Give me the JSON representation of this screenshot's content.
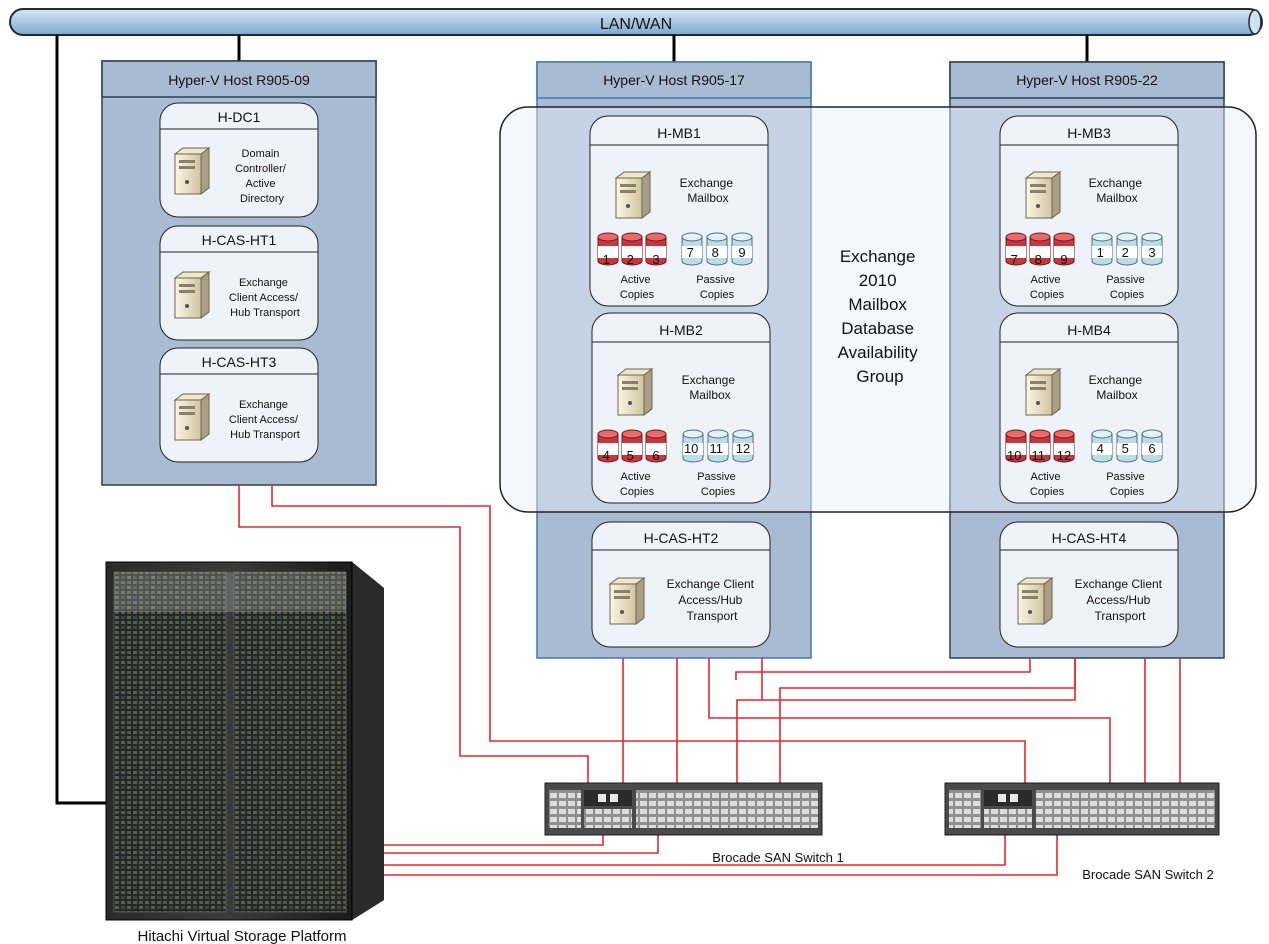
{
  "network": {
    "label": "LAN/WAN"
  },
  "hosts": [
    {
      "id": "r905-09",
      "title": "Hyper-V Host R905-09"
    },
    {
      "id": "r905-17",
      "title": "Hyper-V Host R905-17"
    },
    {
      "id": "r905-22",
      "title": "Hyper-V Host R905-22"
    }
  ],
  "dag": {
    "lines": [
      "Exchange",
      "2010",
      "Mailbox",
      "Database",
      "Availability",
      "Group"
    ]
  },
  "vms": {
    "h_dc1": {
      "title": "H-DC1",
      "desc": [
        "Domain",
        "Controller/",
        "Active",
        "Directory"
      ]
    },
    "h_cas_ht1": {
      "title": "H-CAS-HT1",
      "desc": [
        "Exchange",
        "Client Access/",
        "Hub Transport"
      ]
    },
    "h_cas_ht3": {
      "title": "H-CAS-HT3",
      "desc": [
        "Exchange",
        "Client Access/",
        "Hub Transport"
      ]
    },
    "h_mb1": {
      "title": "H-MB1",
      "desc": [
        "Exchange",
        "Mailbox"
      ],
      "active": [
        "1",
        "2",
        "3"
      ],
      "passive": [
        "7",
        "8",
        "9"
      ]
    },
    "h_mb2": {
      "title": "H-MB2",
      "desc": [
        "Exchange",
        "Mailbox"
      ],
      "active": [
        "4",
        "5",
        "6"
      ],
      "passive": [
        "10",
        "11",
        "12"
      ]
    },
    "h_mb3": {
      "title": "H-MB3",
      "desc": [
        "Exchange",
        "Mailbox"
      ],
      "active": [
        "7",
        "8",
        "9"
      ],
      "passive": [
        "1",
        "2",
        "3"
      ]
    },
    "h_mb4": {
      "title": "H-MB4",
      "desc": [
        "Exchange",
        "Mailbox"
      ],
      "active": [
        "10",
        "11",
        "12"
      ],
      "passive": [
        "4",
        "5",
        "6"
      ]
    },
    "h_cas_ht2": {
      "title": "H-CAS-HT2",
      "desc": [
        "Exchange Client",
        "Access/Hub",
        "Transport"
      ]
    },
    "h_cas_ht4": {
      "title": "H-CAS-HT4",
      "desc": [
        "Exchange Client",
        "Access/Hub",
        "Transport"
      ]
    }
  },
  "copies": {
    "active": [
      "Active",
      "Copies"
    ],
    "passive": [
      "Passive",
      "Copies"
    ]
  },
  "switches": {
    "sw1": "Brocade SAN Switch 1",
    "sw2": "Brocade SAN Switch 2"
  },
  "storage": {
    "label": "Hitachi Virtual Storage Platform"
  },
  "colors": {
    "host_fill": "#a9bbd3",
    "vm_fill": "#eef3fa",
    "active_disk": "#c8353a",
    "passive_disk": "#c3e0ea",
    "san_link": "#e8262b"
  }
}
